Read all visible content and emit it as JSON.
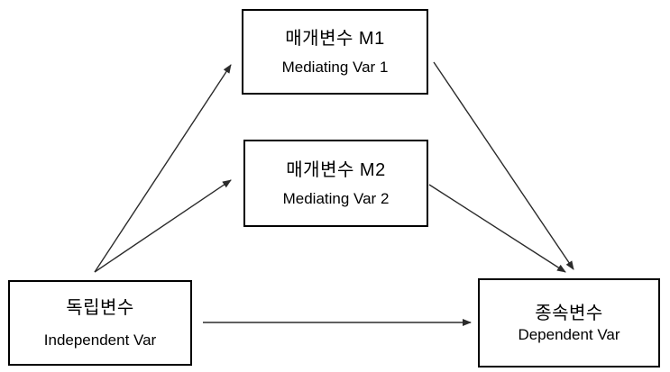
{
  "diagram": {
    "title": "multiple-mediation-model",
    "nodes": {
      "m1": {
        "label_ko": "매개변수 M1",
        "label_en": "Mediating Var 1"
      },
      "m2": {
        "label_ko": "매개변수 M2",
        "label_en": "Mediating Var 2"
      },
      "iv": {
        "label_ko": "독립변수",
        "label_en": "Independent Var"
      },
      "dv": {
        "label_ko": "종속변수",
        "label_en": "Dependent Var"
      }
    },
    "edges": [
      {
        "from": "iv",
        "to": "m1"
      },
      {
        "from": "iv",
        "to": "m2"
      },
      {
        "from": "m1",
        "to": "dv"
      },
      {
        "from": "m2",
        "to": "dv"
      },
      {
        "from": "iv",
        "to": "dv"
      }
    ],
    "colors": {
      "background": "#ffffff",
      "box_border": "#000000",
      "box_fill": "#ffffff",
      "arrow": "#2b2b2b",
      "text": "#000000"
    }
  }
}
